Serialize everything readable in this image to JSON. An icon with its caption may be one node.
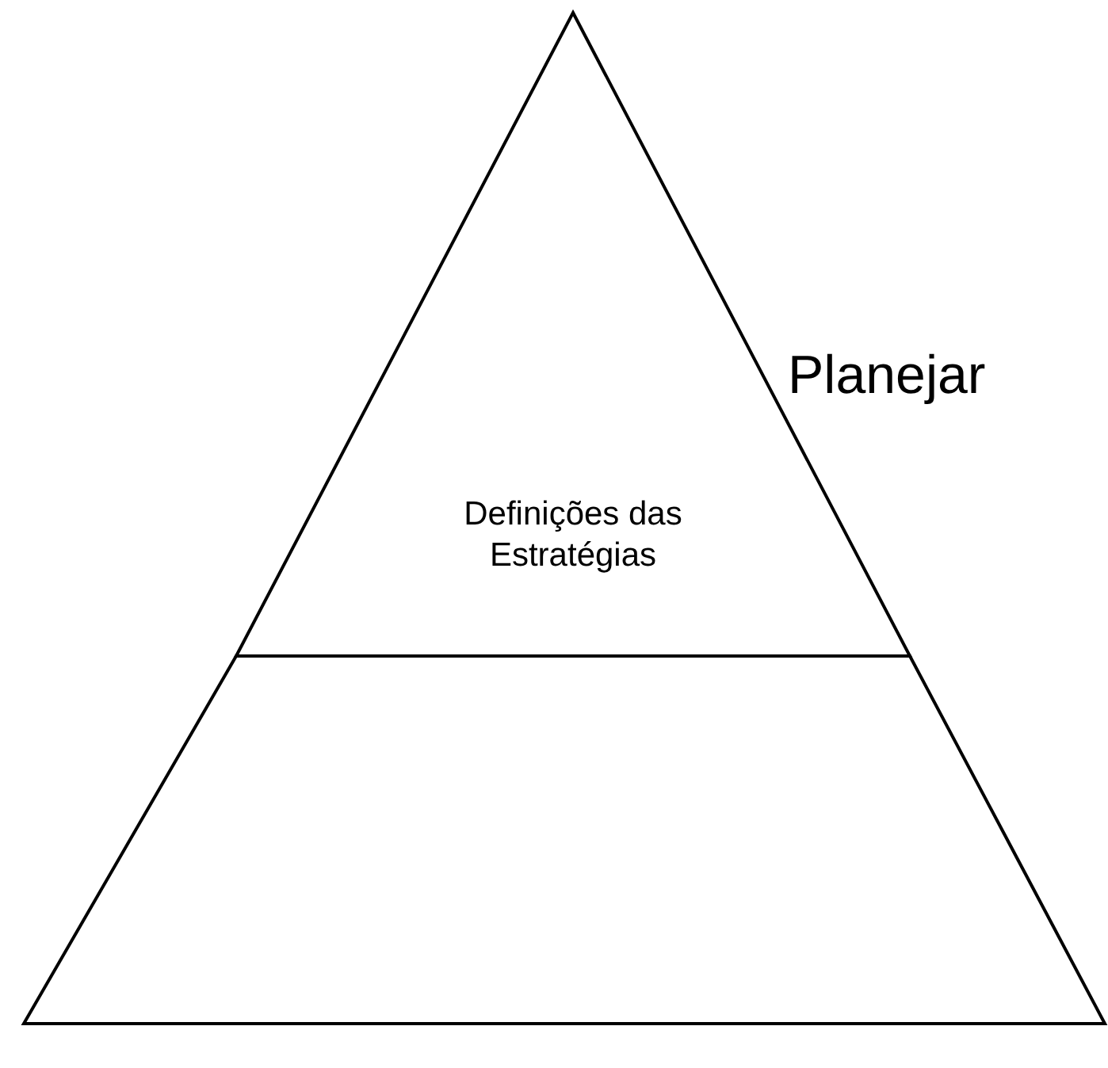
{
  "diagram": {
    "nodes": [
      {
        "text": [
          "Definições das Estratégias"
        ]
      },
      {
        "text": [],
        "shape": "trapezoid"
      }
    ],
    "edges": [],
    "labels": [
      "Planejar"
    ]
  }
}
